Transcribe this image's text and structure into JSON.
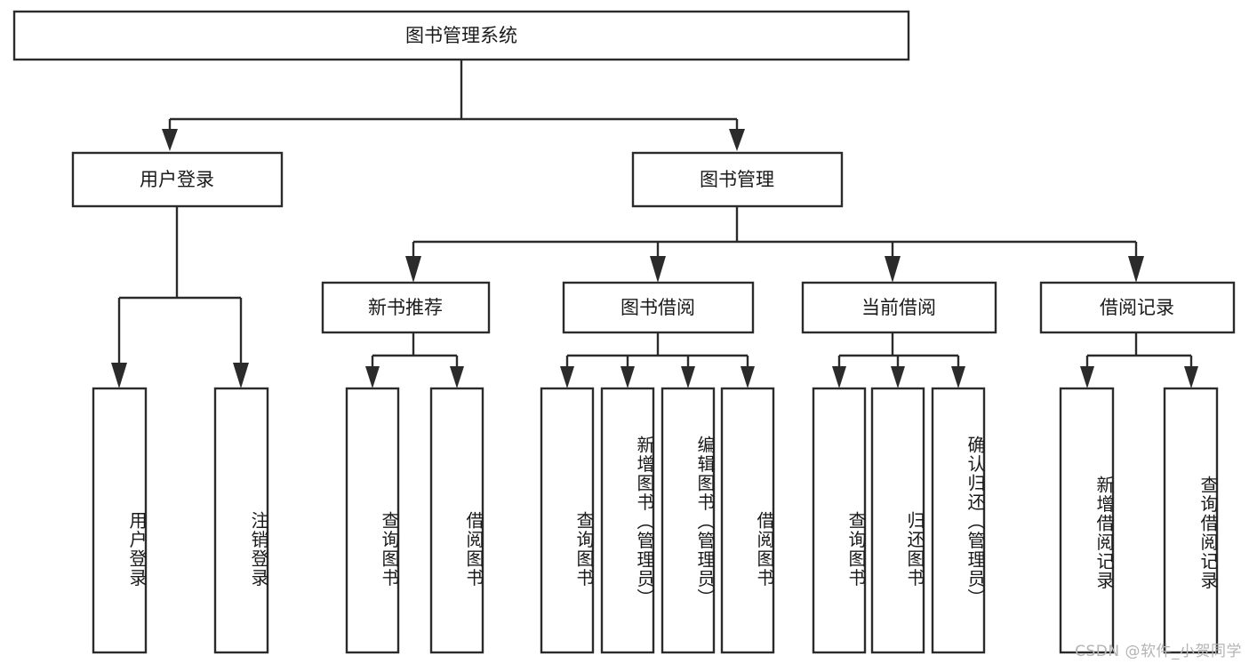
{
  "diagram": {
    "type": "tree-hierarchy",
    "title": "图书管理系统",
    "root": {
      "label": "图书管理系统",
      "level": 1
    },
    "level2": [
      {
        "id": "user-login",
        "label": "用户登录"
      },
      {
        "id": "book-management",
        "label": "图书管理"
      }
    ],
    "level3": [
      {
        "id": "new-book-recommend",
        "label": "新书推荐",
        "parent": "book-management"
      },
      {
        "id": "book-borrow",
        "label": "图书借阅",
        "parent": "book-management"
      },
      {
        "id": "current-borrow",
        "label": "当前借阅",
        "parent": "book-management"
      },
      {
        "id": "borrow-record",
        "label": "借阅记录",
        "parent": "book-management"
      }
    ],
    "leaves": {
      "user-login": [
        {
          "id": "leaf-user-login",
          "label": "用户登录"
        },
        {
          "id": "leaf-user-logout",
          "label": "注销登录"
        }
      ],
      "new-book-recommend": [
        {
          "id": "leaf-query-book-1",
          "label": "查询图书"
        },
        {
          "id": "leaf-borrow-book-1",
          "label": "借阅图书"
        }
      ],
      "book-borrow": [
        {
          "id": "leaf-query-book-2",
          "label": "查询图书"
        },
        {
          "id": "leaf-add-book",
          "label": "新增图书（管理员）"
        },
        {
          "id": "leaf-edit-book",
          "label": "编辑图书（管理员）"
        },
        {
          "id": "leaf-borrow-book-2",
          "label": "借阅图书"
        }
      ],
      "current-borrow": [
        {
          "id": "leaf-query-book-3",
          "label": "查询图书"
        },
        {
          "id": "leaf-return-book",
          "label": "归还图书"
        },
        {
          "id": "leaf-confirm-return",
          "label": "确认归还（管理员）"
        }
      ],
      "borrow-record": [
        {
          "id": "leaf-add-record",
          "label": "新增借阅记录"
        },
        {
          "id": "leaf-query-record",
          "label": "查询借阅记录"
        }
      ]
    }
  },
  "watermark": {
    "text": "CSDN @软件_小贺同学"
  },
  "colors": {
    "stroke": "#2b2b2b",
    "fill": "#ffffff",
    "text": "#1a1a1a",
    "watermark": "#b4b4b4",
    "background": "#ffffff"
  }
}
